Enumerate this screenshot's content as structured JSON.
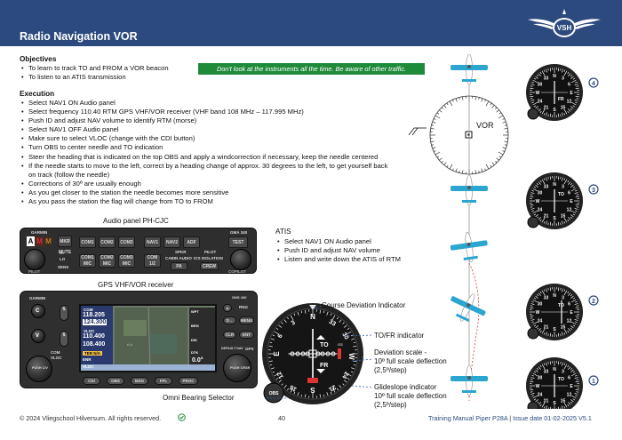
{
  "header": {
    "title": "Radio Navigation VOR",
    "logo_text": "VSH"
  },
  "objectives": {
    "title": "Objectives",
    "items": [
      "To learn to track TO and FROM a VOR beacon",
      "To listen to an ATIS transmission"
    ]
  },
  "warning": "Don't look at the instruments all the time. Be aware of other traffic.",
  "execution": {
    "title": "Execution",
    "items": [
      "Select NAV1 ON Audio panel",
      "Select frequency 110.40 RTM GPS VHF/VOR receiver (VHF band 108 MHz – 117.995 MHz)",
      "Push ID  and adjust NAV volume to identify RTM (morse)",
      "Select NAV1 OFF Audio panel",
      "Make sure to select VLOC (change with the CDI button)",
      "Turn OBS to center needle and TO indication",
      "Steer the heading that is indicated on the top OBS and apply a windcorrection if necessary, keep the needle centered",
      "If the needle starts to move to the left, correct by a heading change of approx. 30 degrees to the left, to get yourself back",
      "on track (follow the needle)",
      "Corrections of 30º are usually enough",
      "As you get closer to the station the needle becomes more sensitive",
      "As you pass the station the flag will change from TO to FROM"
    ]
  },
  "atis": {
    "title": "ATIS",
    "items": [
      "Select NAV1 ON Audio panel",
      "Push ID and adjust NAV volume",
      "Listen and write down the ATIS of RTM"
    ]
  },
  "audio_panel": {
    "caption": "Audio panel PH-CJC",
    "brand": "GARMIN",
    "model": "GMA 340",
    "buttons": [
      "COM1",
      "COM2",
      "COM3",
      "NAV1",
      "NAV2",
      "ADF",
      "TEST",
      "COM1 MIC",
      "COM2 MIC",
      "COM3 MIC",
      "COM 1/2",
      "PA",
      "CREW"
    ],
    "labels": [
      "MKR MUTE",
      "HI",
      "LO",
      "SENS",
      "SPKR",
      "CABIN AUDIO",
      "PILOT",
      "ICS ISOLATION",
      "PILOT",
      "COPILOT"
    ]
  },
  "gps": {
    "caption": "GPS VHF/VOR receiver",
    "brand": "GARMIN",
    "model": "GNS 430",
    "screen": {
      "com_active": "118.205",
      "com_standby": "124.300",
      "vloc_active": "110.400",
      "vloc_standby": "108.400",
      "ter": "TER N/A",
      "enr": "ENR",
      "wpt": "WPT",
      "brg": "BRG",
      "dis": "DIS",
      "dtk": "DTK",
      "heading": "0.0°",
      "mode": "VLOC"
    },
    "side_labels": [
      "COM",
      "VLOC",
      "C",
      "V",
      "PUSH C/V",
      "PUSH CRSR"
    ],
    "right_buttons": [
      "RNG",
      "D→",
      "MENU",
      "CLR",
      "ENT",
      "GPS",
      "DEFAULT NAV"
    ],
    "bottom_buttons": [
      "CDI",
      "OBS",
      "MSG",
      "FPL",
      "PROC"
    ]
  },
  "annotations": {
    "course_deviation": "Course Deviation Indicator",
    "to_fr": "TO/FR indicator",
    "deviation_scale": [
      "Deviation scale -",
      "10º full scale deflection",
      "(2,5º/step)"
    ],
    "glideslope": [
      "Glideslope indicator",
      "10º full scale deflection",
      "(2,5º/step)"
    ],
    "obs": "Omni Bearing Selector"
  },
  "cdi": {
    "dial_labels": [
      "N",
      "33",
      "30",
      "W",
      "24",
      "21",
      "S",
      "15",
      "12",
      "E",
      "6",
      "3"
    ],
    "to": "TO",
    "fr": "FR",
    "gs": "GS",
    "obs": "OBS"
  },
  "diagram": {
    "vor_label": "VOR",
    "badges": [
      "4",
      "3",
      "2",
      "1"
    ]
  },
  "footer": {
    "copyright": "© 2024 Vliegschool Hilversum. All rights reserved.",
    "page": "40",
    "manual": "Training Manual Piper P28A",
    "separator": "|",
    "issue": "Issue date 01-02-2025 V5.1"
  }
}
